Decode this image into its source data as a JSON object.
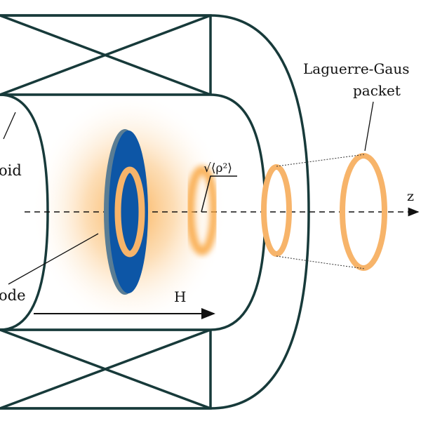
{
  "labels": {
    "solenoid": "oid",
    "cathode": "ode",
    "field": "H",
    "axis": "z",
    "rms_radius": "√⟨ρ²⟩",
    "packet_line1": "Laguerre-Gaus",
    "packet_line2": "packet"
  },
  "colors": {
    "outline": "#173a3a",
    "disk": "#0d56a6",
    "ring": "#f7b46a",
    "glow": "#f9a640"
  }
}
